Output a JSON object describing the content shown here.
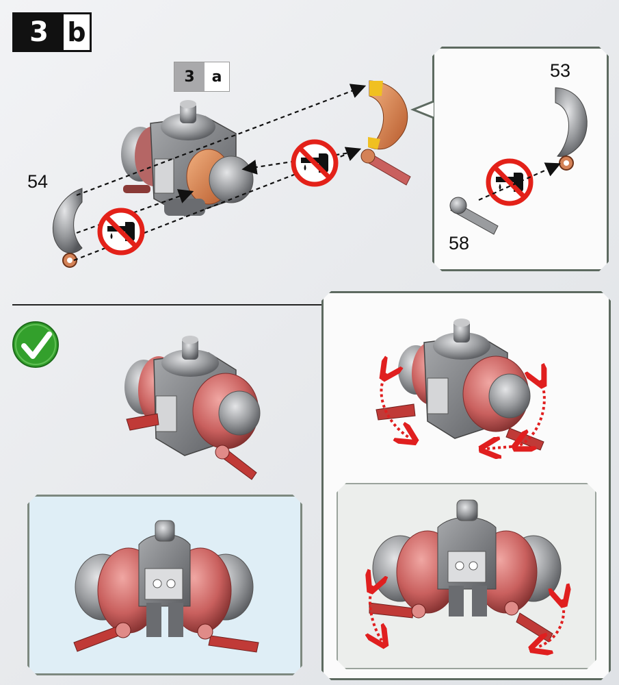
{
  "step": {
    "number": "3",
    "letter": "b"
  },
  "reference_step": {
    "number": "3",
    "letter": "a"
  },
  "parts": {
    "part_54": "54",
    "part_53": "53",
    "part_58": "58"
  },
  "icons": {
    "no_glue": "no-glue-icon",
    "check": "check-icon"
  },
  "colors": {
    "part_gray": "#8e9094",
    "part_red": "#c9605e",
    "part_orange": "#d9774a",
    "arrow_red": "#e01f1f",
    "check_green": "#33a02c",
    "prohibit_red": "#e32119"
  }
}
